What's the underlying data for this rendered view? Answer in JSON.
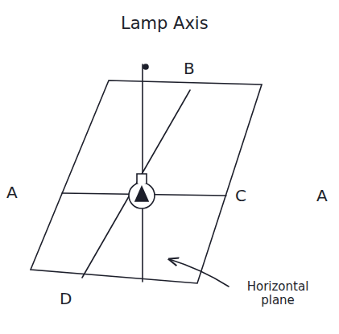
{
  "diagram": {
    "labels": [
      "Lamp Axis",
      "B",
      "A",
      "C",
      "A",
      "D",
      "Horizontal plane"
    ]
  }
}
